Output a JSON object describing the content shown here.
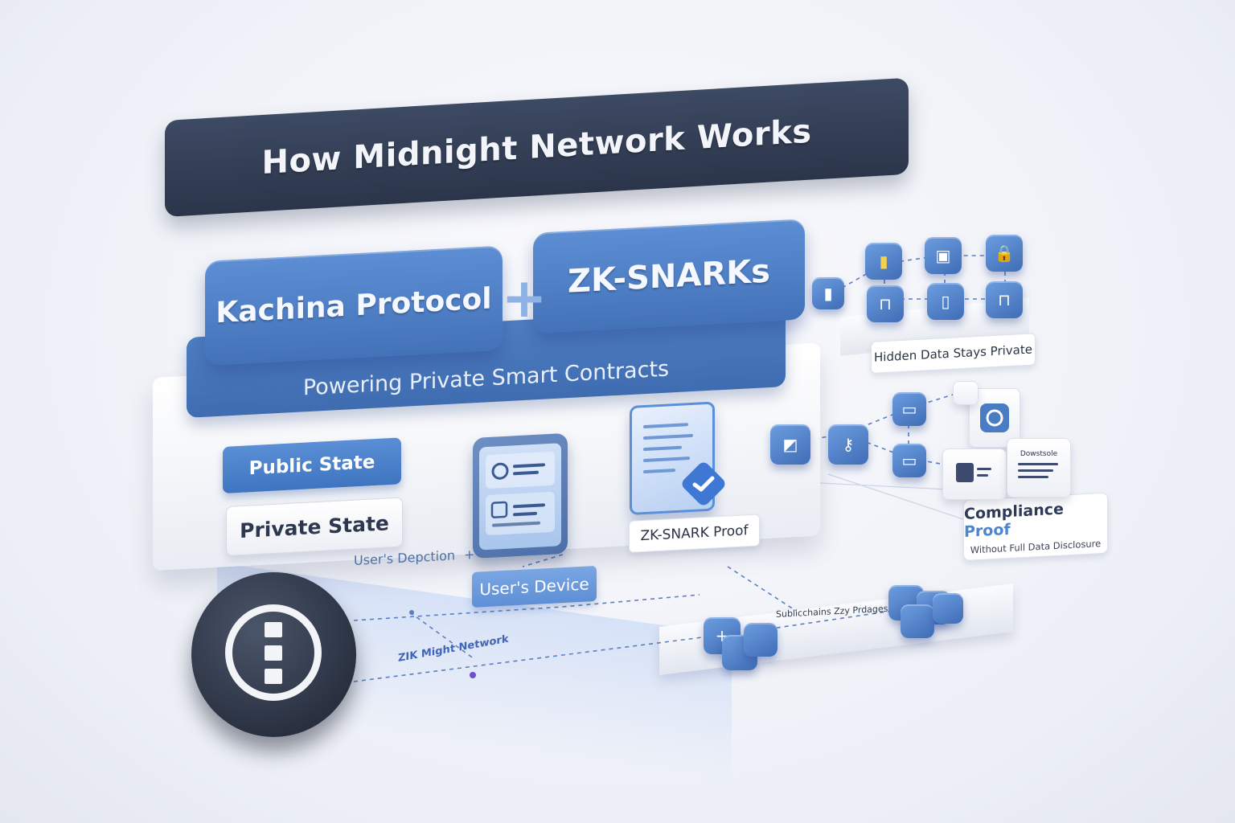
{
  "title": "How Midnight Network Works",
  "blocks": {
    "kachina": "Kachina Protocol",
    "plus": "+",
    "zksnarks": "ZK-SNARKs",
    "powering": "Powering Private Smart Contracts"
  },
  "states": {
    "public": "Public State",
    "private": "Private State"
  },
  "labels": {
    "hidden_data": "Hidden Data Stays Private",
    "zk_proof": "ZK-SNARK Proof",
    "compliance_title_a": "Compliance ",
    "compliance_title_b": "Proof",
    "compliance_sub": "Without Full Data Disclosure",
    "users_depection": "User's Depction",
    "depection_plus": "+",
    "users_device": "User's Device",
    "network": "ZIK Might Network",
    "subchains": "Sublicchains Zzy Prdages Qt",
    "tile_text": "Dowstsole"
  },
  "icons": {
    "badge": "stacked-squares-logo-icon",
    "phone": "smartphone-icon",
    "document": "document-icon",
    "verify": "check-arrow-icon",
    "lock": "lock-icon",
    "key": "key-icon"
  },
  "colors": {
    "accent_blue": "#4a7cc4",
    "dark_navy": "#2f3a50",
    "light_blue": "#6f9de0"
  }
}
